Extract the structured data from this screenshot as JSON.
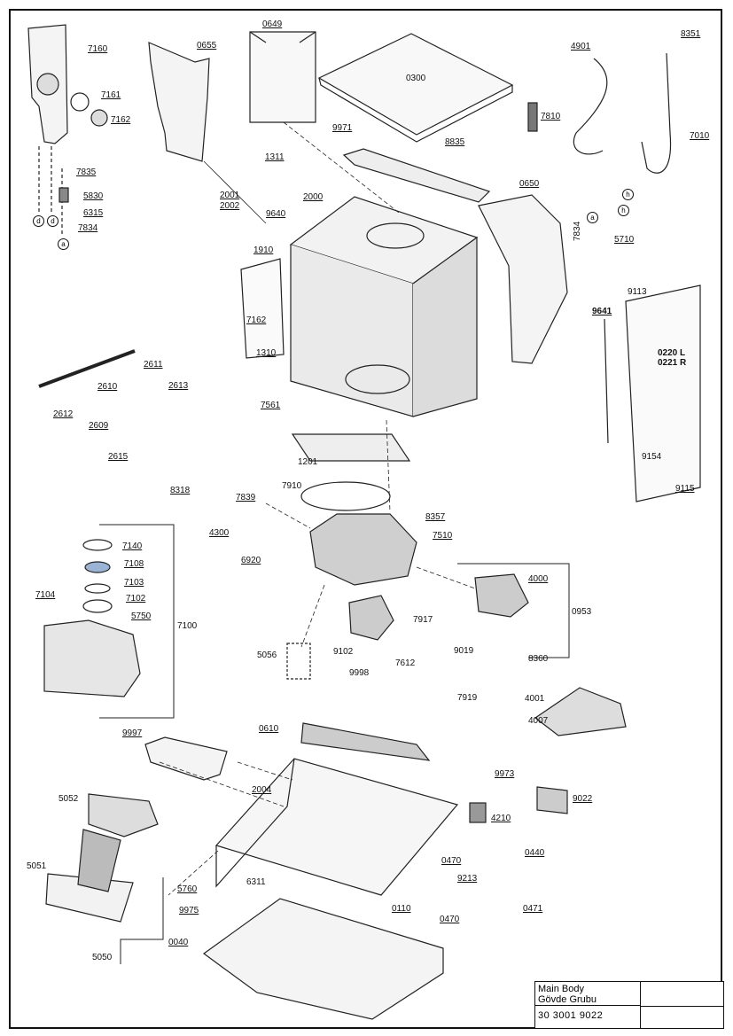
{
  "diagram": {
    "labels": {
      "p7160": "7160",
      "p7161": "7161",
      "p7162a": "7162",
      "p7835": "7835",
      "p5830": "5830",
      "p6315": "6315",
      "p7834a": "7834",
      "p0655": "0655",
      "p0649": "0649",
      "p0300": "0300",
      "p9971": "9971",
      "p8835": "8835",
      "p4901": "4901",
      "p8351": "8351",
      "p7810": "7810",
      "p7010": "7010",
      "p1311": "1311",
      "p2000": "2000",
      "p2001": "2001",
      "p2002": "2002",
      "p9640": "9640",
      "p0650": "0650",
      "p1910": "1910",
      "p7162b": "7162",
      "p1310": "1310",
      "p7834b": "7834",
      "p5710": "5710",
      "p9113": "9113",
      "p9641": "9641",
      "p0220": "0220 L",
      "p0221": "0221 R",
      "p2611": "2611",
      "p2610": "2610",
      "p2613": "2613",
      "p2612": "2612",
      "p2609": "2609",
      "p2615": "2615",
      "p7561": "7561",
      "p1201": "1201",
      "p9154": "9154",
      "p9115": "9115",
      "p8318": "8318",
      "p7910": "7910",
      "p7839": "7839",
      "p8357": "8357",
      "p4300": "4300",
      "p7510": "7510",
      "p7140": "7140",
      "p7108": "7108",
      "p7103": "7103",
      "p7104": "7104",
      "p7102": "7102",
      "p5750": "5750",
      "p7100": "7100",
      "p6920": "6920",
      "p4000": "4000",
      "p0953": "0953",
      "p7917": "7917",
      "p5056": "5056",
      "p9102": "9102",
      "p7612": "7612",
      "p9998": "9998",
      "p9019": "9019",
      "p8360": "8360",
      "p7919": "7919",
      "p4001": "4001",
      "p4007": "4007",
      "p9997": "9997",
      "p0610": "0610",
      "p2004": "2004",
      "p9973": "9973",
      "p5052": "5052",
      "p9022": "9022",
      "p4210": "4210",
      "p0440": "0440",
      "p0470a": "0470",
      "p9213": "9213",
      "p5051": "5051",
      "p6311": "6311",
      "p5760": "5760",
      "p0110": "0110",
      "p0471": "0471",
      "p9975": "9975",
      "p0470b": "0470",
      "p5050": "5050",
      "p0040": "0040"
    },
    "callouts": {
      "d1": "d",
      "d2": "d",
      "a1": "a",
      "h1": "h",
      "h2": "h",
      "a2": "a"
    }
  },
  "titleblock": {
    "title_en": "Main Body",
    "title_tr": "Gövde Grubu",
    "code": "30 3001 9022"
  }
}
